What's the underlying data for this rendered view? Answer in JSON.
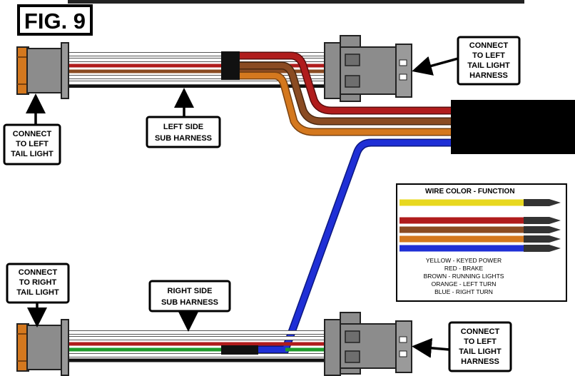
{
  "figure": {
    "title": "FIG. 9"
  },
  "callouts": {
    "top_left_connector": [
      "CONNECT",
      "TO LEFT",
      "TAIL LIGHT"
    ],
    "left_sub_harness": [
      "LEFT SIDE",
      "SUB HARNESS"
    ],
    "top_right_connector": [
      "CONNECT",
      "TO LEFT",
      "TAIL LIGHT",
      "HARNESS"
    ],
    "bottom_left_connector": [
      "CONNECT",
      "TO RIGHT",
      "TAIL LIGHT"
    ],
    "right_sub_harness": [
      "RIGHT SIDE",
      "SUB HARNESS"
    ],
    "bottom_right_connector": [
      "CONNECT",
      "TO LEFT",
      "TAIL LIGHT",
      "HARNESS"
    ]
  },
  "legend": {
    "title": "WIRE COLOR - FUNCTION",
    "entries": [
      {
        "text": "YELLOW - KEYED POWER",
        "color": "#e8d81f"
      },
      {
        "text": "RED - BRAKE",
        "color": "#b01c1c"
      },
      {
        "text": "BROWN - RUNNING LIGHTS",
        "color": "#8a4b22"
      },
      {
        "text": "ORANGE - LEFT TURN",
        "color": "#d4781e"
      },
      {
        "text": "BLUE - RIGHT TURN",
        "color": "#1f2fd6"
      }
    ]
  },
  "colors": {
    "white_wire": "#ffffff",
    "green_wire": "#1e9b2a",
    "black_wire": "#111111",
    "connector_body": "#8c8c8c",
    "connector_orange": "#d4781e"
  }
}
